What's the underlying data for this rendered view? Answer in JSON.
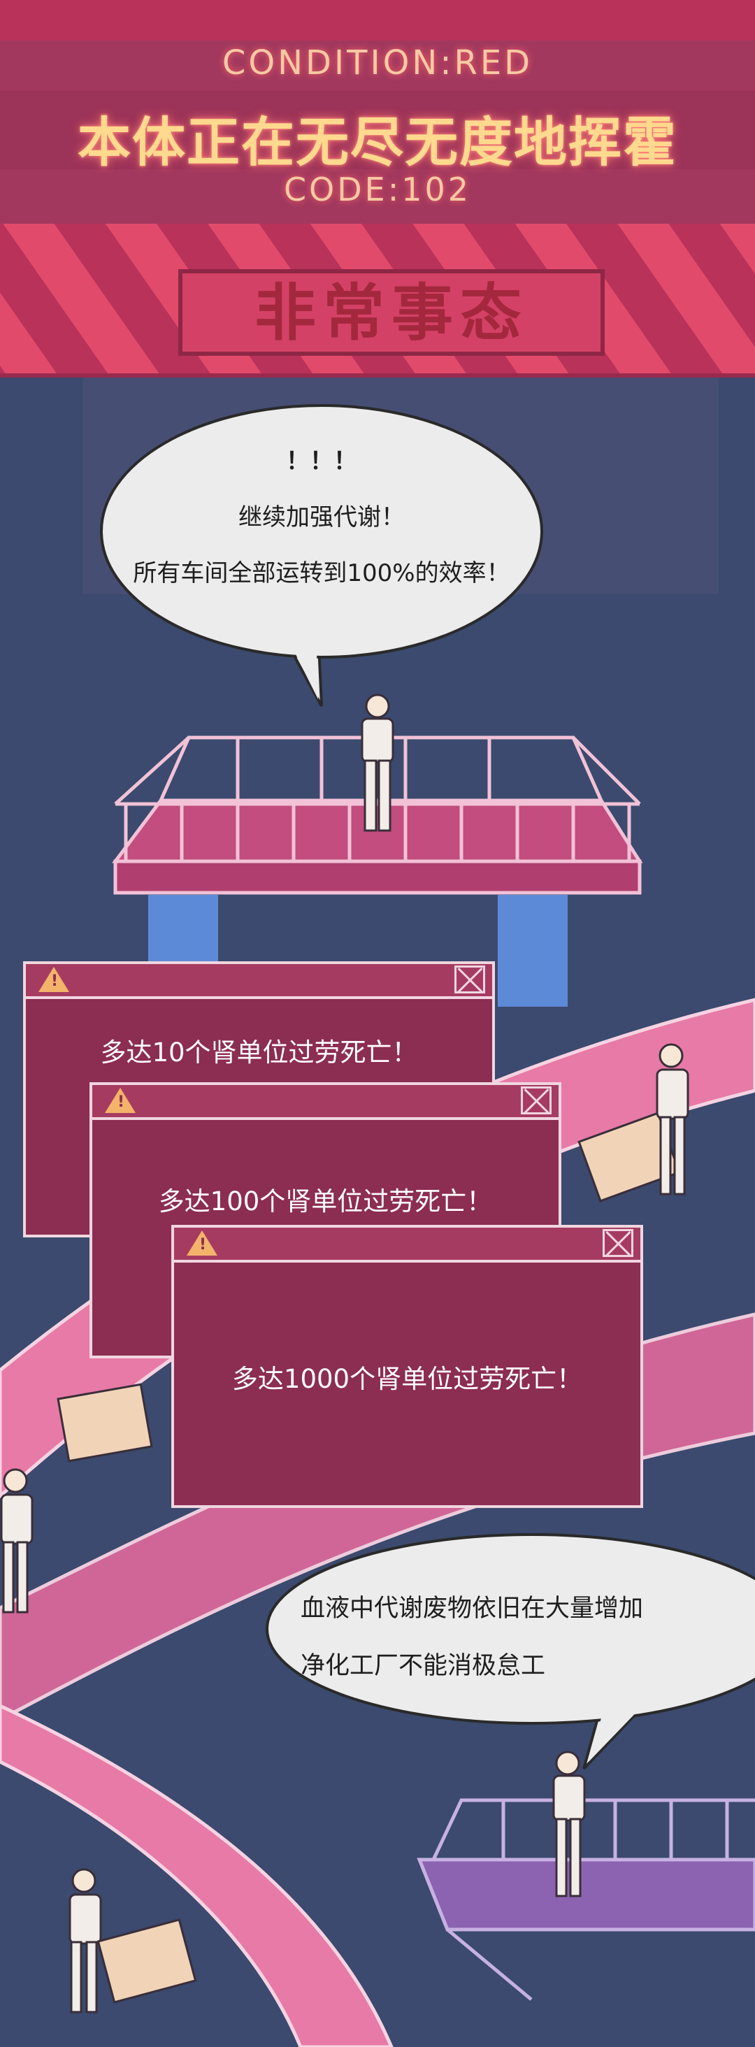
{
  "header": {
    "condition": "CONDITION:RED",
    "title": "本体正在无尽无度地挥霍",
    "code": "CODE:102",
    "emergency": "非常事态"
  },
  "bubble1": {
    "line1": "！！！",
    "line2": "继续加强代谢！",
    "line3": "所有车间全部运转到100%的效率！"
  },
  "alerts": [
    {
      "text": "多达10个肾单位过劳死亡！",
      "warning_icon": "warning-icon",
      "close_icon": "close-icon"
    },
    {
      "text": "多达100个肾单位过劳死亡！",
      "warning_icon": "warning-icon",
      "close_icon": "close-icon"
    },
    {
      "text": "多达1000个肾单位过劳死亡！",
      "warning_icon": "warning-icon",
      "close_icon": "close-icon"
    }
  ],
  "bubble2": {
    "line1": "血液中代谢废物依旧在大量增加",
    "line2": "净化工厂不能消极怠工"
  },
  "colors": {
    "background": "#3b4a6e",
    "header_red": "#e24a6b",
    "alert_window": "#8c2d52",
    "conveyor_pink": "#e77aa6",
    "platform_pink": "#c24d7e",
    "platform_purple": "#8c63b0"
  }
}
